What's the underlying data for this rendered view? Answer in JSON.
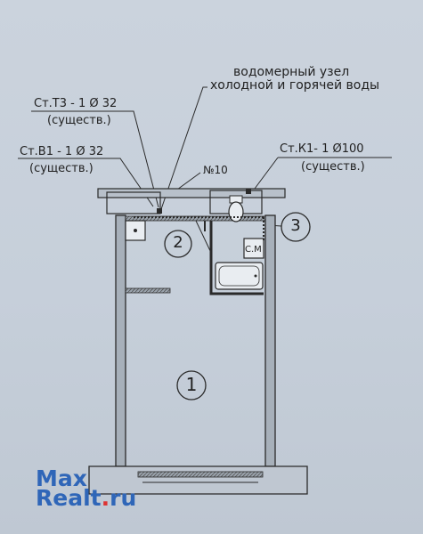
{
  "labels": {
    "meter_line1": "водомерный узел",
    "meter_line2": "холодной и горячей воды",
    "t3_main": "Ст.Т3 - 1 Ø 32",
    "t3_sub": "(существ.)",
    "b1_main": "Ст.В1 - 1 Ø 32",
    "b1_sub": "(существ.)",
    "k1_main": "Ст.К1- 1 Ø100",
    "k1_sub": "(существ.)",
    "room_no": "№10",
    "washer": "С.М"
  },
  "rooms": [
    "1",
    "2",
    "3"
  ],
  "watermark": {
    "part1": "Max",
    "part2a": "Realt",
    "part2b": ".",
    "part2c": "ru"
  },
  "colors": {
    "ink": "#2a2a2a",
    "paper": "#c9d2dc",
    "brand_blue": "#2f66b8",
    "brand_red": "#d33333"
  }
}
